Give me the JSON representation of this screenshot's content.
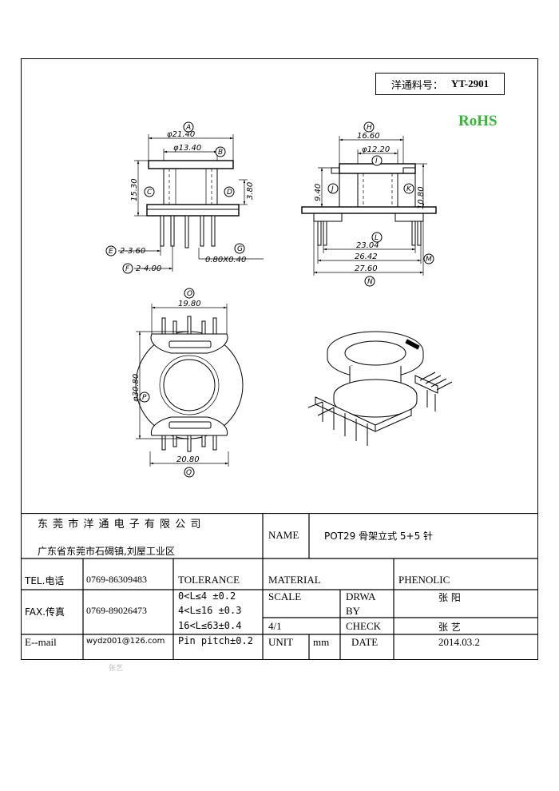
{
  "part_box": {
    "label": "洋通料号：",
    "number": "YT-2901"
  },
  "rohs": "RoHS",
  "dimensions": {
    "A": "φ21.40",
    "B": "φ13.40",
    "C": "15.30",
    "D": "3.80",
    "E": "2-3.60",
    "F": "2-4.00",
    "G": "0.80X0.40",
    "H": "16.60",
    "I": "φ12.20",
    "J": "9.40",
    "K": "10.80",
    "L": "23.04",
    "M": "26.42",
    "N": "27.60",
    "O": "19.80",
    "P": "φ30.80",
    "Q": "20.80"
  },
  "callouts": [
    "A",
    "B",
    "C",
    "D",
    "E",
    "F",
    "G",
    "H",
    "I",
    "J",
    "K",
    "L",
    "M",
    "N",
    "O",
    "P",
    "Q"
  ],
  "title_block": {
    "company_cn": "东 莞 市 洋 通 电 子 有 限 公 司",
    "address_cn": "广东省东莞市石碣镇,刘屋工业区",
    "name_label": "NAME",
    "name_value": "POT29 骨架立式 5+5 针",
    "tel_label": "TEL.电话",
    "tel_value": "0769-86309483",
    "fax_label": "FAX.传真",
    "fax_value": "0769-89026473",
    "email_label": "E--mail",
    "email_value": "wydz001@126.com",
    "tolerance_label": "TOLERANCE",
    "tolerance_rows": [
      "0<L≤4 ±0.2",
      "4<L≤16 ±0.3",
      "16<L≤63±0.4",
      "Pin pitch±0.2"
    ],
    "material_label": "MATERIAL",
    "material_value": "PHENOLIC",
    "scale_label": "SCALE",
    "scale_value": "4/1",
    "drawn_label_1": "DRWA",
    "drawn_label_2": "BY",
    "drawn_value": "张 阳",
    "check_label": "CHECK",
    "check_value": "张 艺",
    "unit_label": "UNIT",
    "unit_value": "mm",
    "date_label": "DATE",
    "date_value": "2014.03.2"
  },
  "signature": "张艺"
}
